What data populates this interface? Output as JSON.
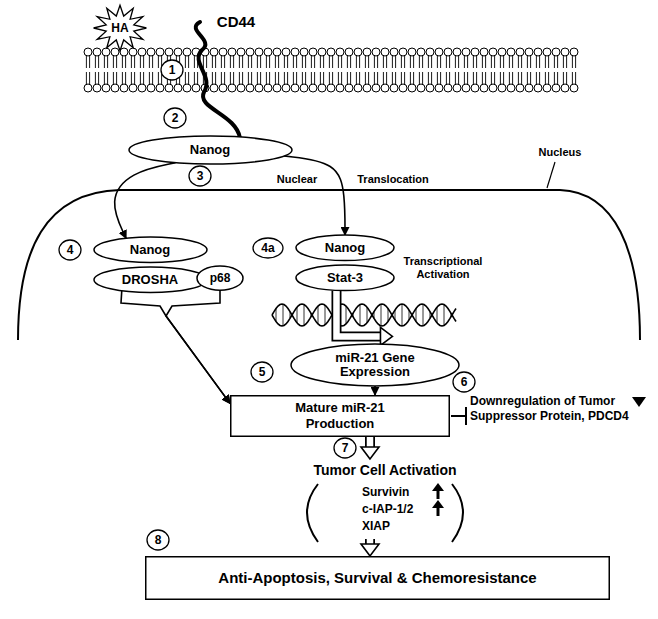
{
  "diagram": {
    "nodes": [
      {
        "text": [
          "Nanog"
        ]
      },
      {
        "text": [
          "Nanog"
        ]
      },
      {
        "text": [
          "DROSHA"
        ]
      },
      {
        "text": [
          "p68"
        ]
      },
      {
        "text": [
          "Nanog"
        ]
      },
      {
        "text": [
          "Stat-3"
        ]
      },
      {
        "text": [
          "miR-21 Gene Expression"
        ]
      },
      {
        "text": [
          "Mature miR-21 Production"
        ]
      },
      {
        "text": [
          "Anti-Apoptosis, Survival & Chemoresistance"
        ]
      }
    ],
    "edges": [
      {
        "from": 0,
        "to": 1,
        "arrow": "to"
      },
      {
        "from": 0,
        "to": 4,
        "arrow": "to"
      },
      {
        "from": 2,
        "to": 7,
        "arrow": "to"
      },
      {
        "from": 3,
        "to": 7,
        "arrow": "to"
      },
      {
        "from": 5,
        "to": 6,
        "arrow": "to"
      },
      {
        "from": 6,
        "to": 7,
        "arrow": "to"
      },
      {
        "from": 7,
        "to": 8,
        "arrow": "to"
      }
    ],
    "labels": [
      "HA",
      "CD44",
      "1",
      "2",
      "3",
      "Nuclear",
      "Translocation",
      "Nucleus",
      "4",
      "4a",
      "Transcriptional Activation",
      "5",
      "6",
      "Downregulation of Tumor Suppressor Protein, PDCD4",
      "7",
      "Tumor Cell Activation",
      "Survivin",
      "c-IAP-1/2",
      "XIAP",
      "8"
    ]
  }
}
